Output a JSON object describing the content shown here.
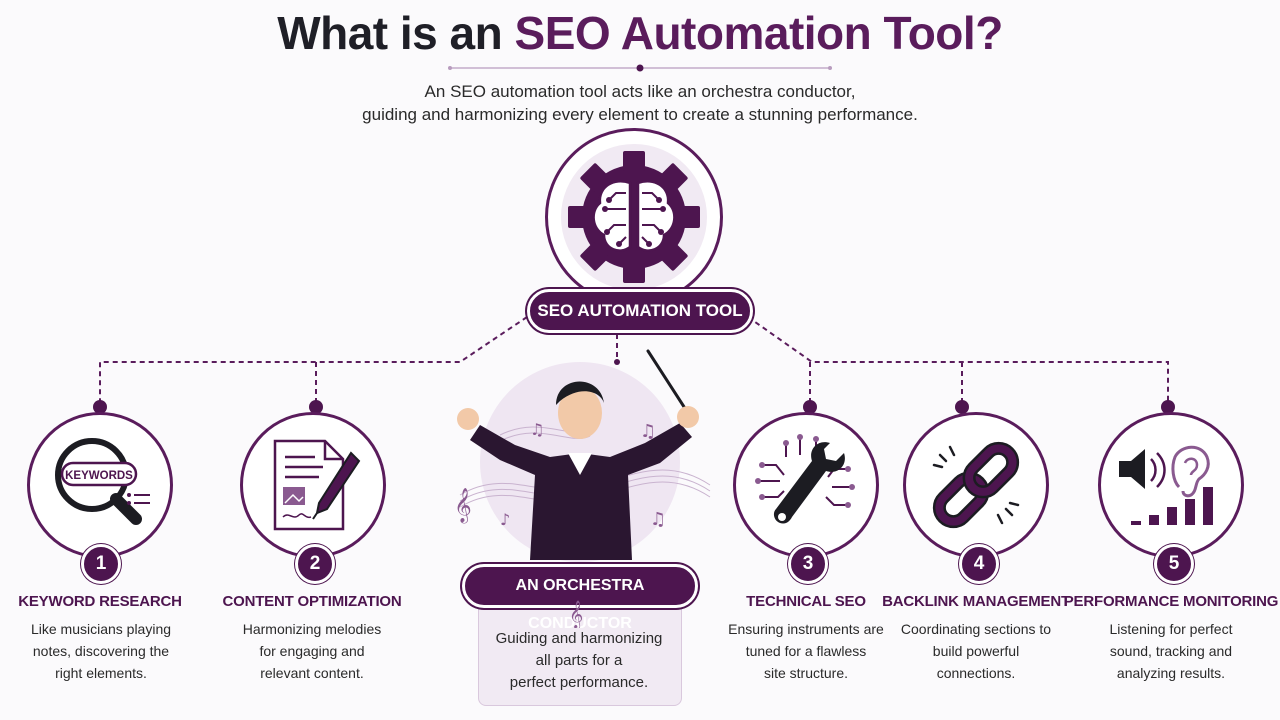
{
  "header": {
    "title_prefix": "What is an ",
    "title_highlight": "SEO Automation Tool?",
    "subtitle_line1": "An SEO automation tool acts like an orchestra conductor,",
    "subtitle_line2": "guiding and harmonizing every element to create a stunning performance."
  },
  "hub": {
    "label": "SEO AUTOMATION TOOL",
    "icon": "brain-gear-icon"
  },
  "center": {
    "label": "AN ORCHESTRA CONDUCTOR",
    "desc_line1": "Guiding and harmonizing",
    "desc_line2": "all parts for a",
    "desc_line3": "perfect performance.",
    "icon": "conductor-illustration"
  },
  "steps": [
    {
      "num": "1",
      "title": "KEYWORD RESEARCH",
      "icon": "magnifier-keywords-icon",
      "icon_text": "KEYWORDS",
      "desc1": "Like musicians playing",
      "desc2": "notes, discovering the",
      "desc3": "right elements."
    },
    {
      "num": "2",
      "title": "CONTENT OPTIMIZATION",
      "icon": "document-pen-icon",
      "desc1": "Harmonizing melodies",
      "desc2": "for engaging and",
      "desc3": "relevant content."
    },
    {
      "num": "3",
      "title": "TECHNICAL SEO",
      "icon": "wrench-circuit-icon",
      "desc1": "Ensuring instruments are",
      "desc2": "tuned for a flawless",
      "desc3": "site structure."
    },
    {
      "num": "4",
      "title": "BACKLINK MANAGEMENT",
      "icon": "chain-link-icon",
      "desc1": "Coordinating sections to",
      "desc2": "build powerful",
      "desc3": "connections."
    },
    {
      "num": "5",
      "title": "PERFORMANCE MONITORING",
      "icon": "speaker-ear-bars-icon",
      "desc1": "Listening for perfect",
      "desc2": "sound, tracking and",
      "desc3": "analyzing results."
    }
  ],
  "colors": {
    "primary": "#4d154f",
    "accent": "#5a1c5c",
    "light": "#f1eaf3"
  }
}
